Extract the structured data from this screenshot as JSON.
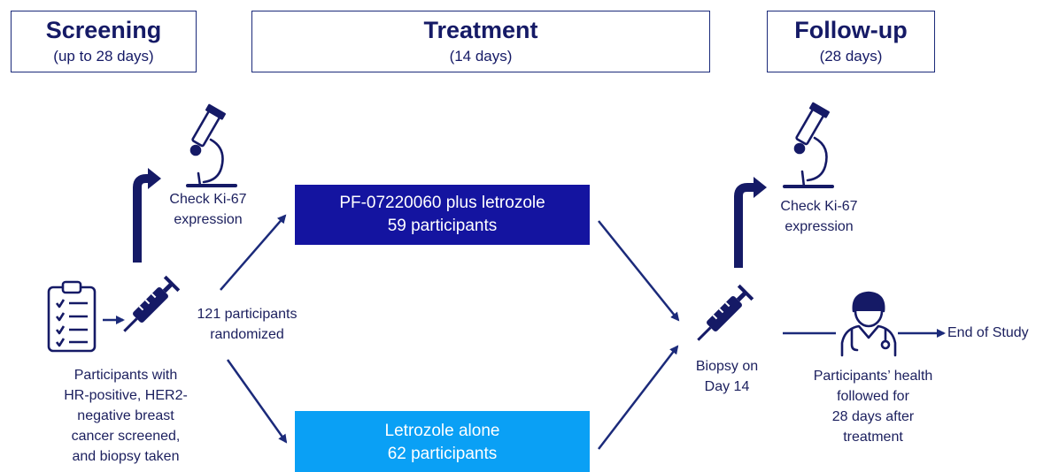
{
  "phases": {
    "screening": {
      "title": "Screening",
      "subtitle": "(up to 28 days)"
    },
    "treatment": {
      "title": "Treatment",
      "subtitle": "(14 days)"
    },
    "followup": {
      "title": "Follow-up",
      "subtitle": "(28 days)"
    }
  },
  "arms": {
    "combo": {
      "line1": "PF-07220060 plus letrozole",
      "line2": "59 participants",
      "color": "#1414a0"
    },
    "alone": {
      "line1": "Letrozole alone",
      "line2": "62 participants",
      "color": "#0aa0f5"
    }
  },
  "labels": {
    "check_ki67_left": {
      "line1": "Check Ki-67",
      "line2": "expression"
    },
    "check_ki67_right": {
      "line1": "Check Ki-67",
      "line2": "expression"
    },
    "randomized": {
      "line1": "121 participants",
      "line2": "randomized"
    },
    "participants": [
      "Participants with",
      "HR-positive, HER2-",
      "negative breast",
      "cancer screened,",
      "and biopsy taken"
    ],
    "biopsy": {
      "line1": "Biopsy on",
      "line2": "Day 14"
    },
    "health": [
      "Participants’ health",
      "followed for",
      "28 days after",
      "treatment"
    ],
    "end": "End of Study"
  },
  "icons": [
    "clipboard-icon",
    "syringe-icon",
    "microscope-icon",
    "doctor-icon"
  ],
  "colors": {
    "navy": "#151a66",
    "line": "#1b2a7a"
  }
}
